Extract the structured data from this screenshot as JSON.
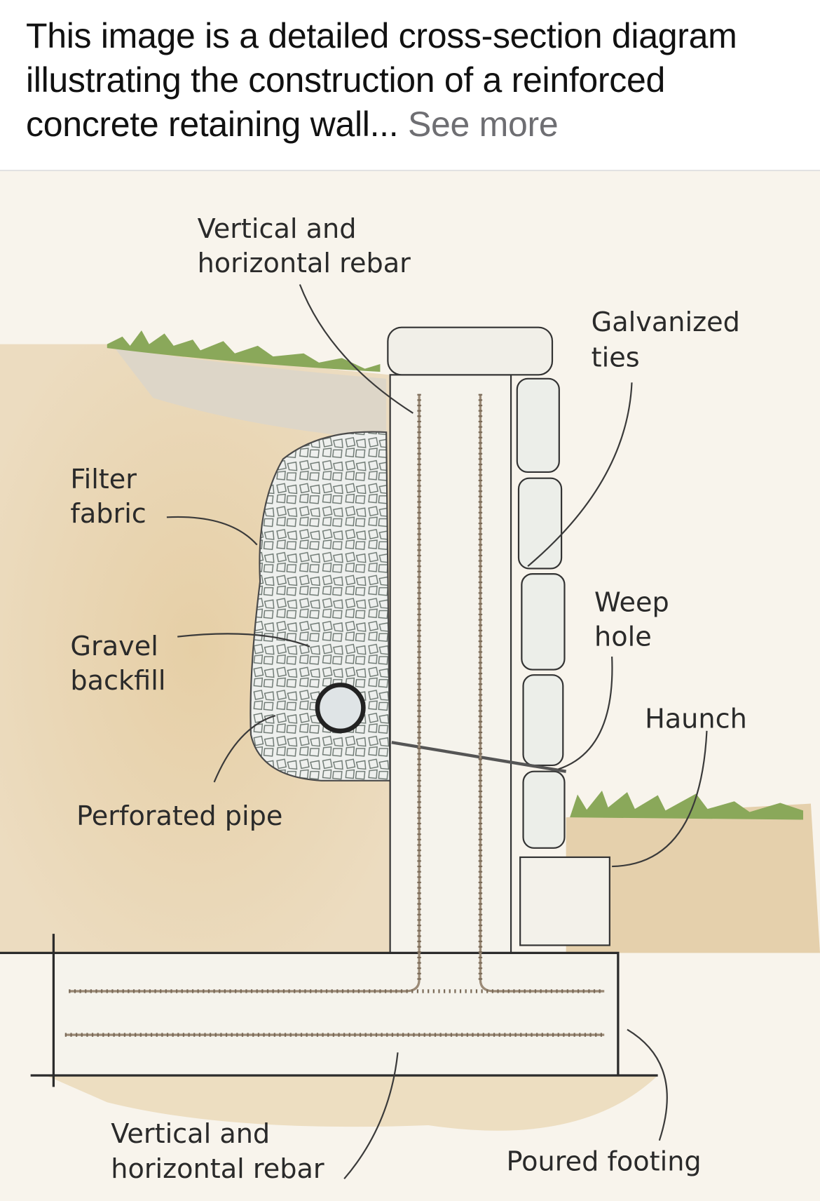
{
  "caption": {
    "text": "This image is a detailed cross-section diagram illustrating the construction of a reinforced concrete retaining wall...",
    "see_more": "See more"
  },
  "diagram": {
    "labels": {
      "top_rebar_line1": "Vertical and",
      "top_rebar_line2": "horizontal rebar",
      "ties_line1": "Galvanized",
      "ties_line2": "ties",
      "filter_line1": "Filter",
      "filter_line2": "fabric",
      "gravel_line1": "Gravel",
      "gravel_line2": "backfill",
      "pipe": "Perforated pipe",
      "weep_line1": "Weep",
      "weep_line2": "hole",
      "haunch": "Haunch",
      "bottom_rebar_line1": "Vertical and",
      "bottom_rebar_line2": "horizontal rebar",
      "footing": "Poured footing"
    },
    "colors": {
      "soil": "#e3c9a0",
      "concrete": "#f4f2ea",
      "grass": "#7fa152",
      "background": "#f8f4ec"
    }
  }
}
